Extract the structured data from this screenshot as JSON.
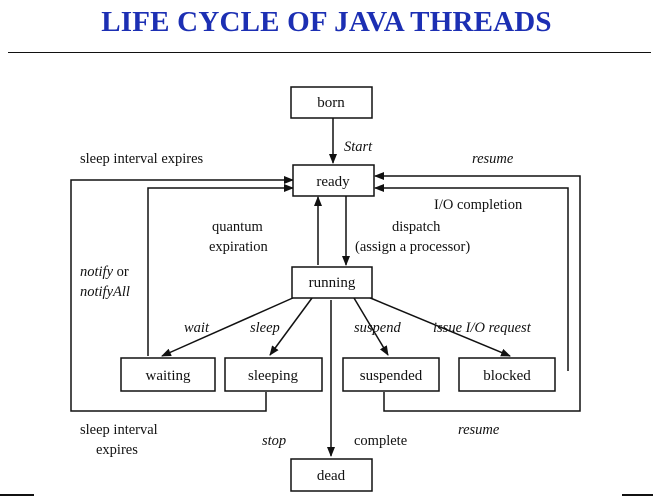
{
  "title": "LIFE CYCLE OF JAVA THREADS",
  "states": {
    "born": "born",
    "ready": "ready",
    "running": "running",
    "waiting": "waiting",
    "sleeping": "sleeping",
    "suspended": "suspended",
    "blocked": "blocked",
    "dead": "dead"
  },
  "transitions": {
    "start": "Start",
    "sleep_interval_expires_top": "sleep interval expires",
    "resume_top": "resume",
    "io_completion": "I/O completion",
    "quantum_line1": "quantum",
    "quantum_line2": "expiration",
    "dispatch_line1": "dispatch",
    "dispatch_line2": "(assign a processor)",
    "notify_line1_italic": "notify",
    "notify_line1_plain": " or",
    "notify_line2": "notifyAll",
    "wait": "wait",
    "sleep": "sleep",
    "suspend": "suspend",
    "issue_io": "issue I/O request",
    "sleep_interval_line1": "sleep interval",
    "sleep_interval_line2": "expires",
    "stop": "stop",
    "complete": "complete",
    "resume_bottom": "resume"
  }
}
